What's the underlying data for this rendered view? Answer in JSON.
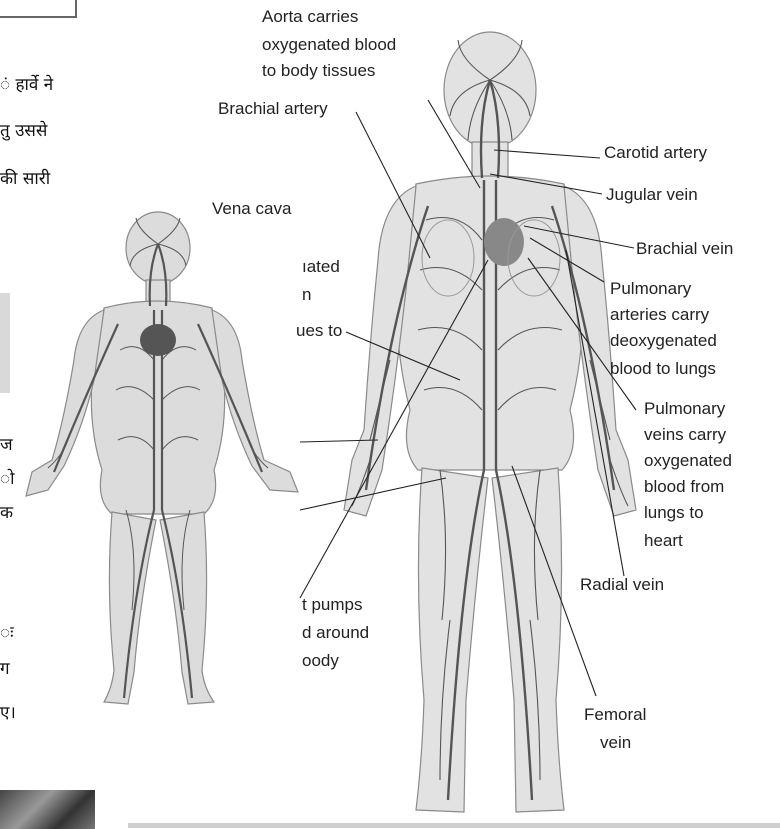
{
  "hindi_fragments": [
    "ं हार्वे ने",
    "तु उससे",
    "की सारी",
    "ज",
    "ो",
    "क",
    "ः",
    "ग",
    "ए।"
  ],
  "labels": {
    "aorta": [
      "Aorta carries",
      "oxygenated blood",
      "to body tissues"
    ],
    "brachial_artery": "Brachial artery",
    "carotid_artery": "Carotid artery",
    "jugular_vein": "Jugular vein",
    "vena_cava": "Vena cava",
    "brachial_vein": "Brachial vein",
    "partial_deoxygenated": [
      "ıated",
      "n",
      "ues to"
    ],
    "pulmonary_arteries": [
      "Pulmonary",
      "arteries carry",
      "deoxygenated",
      "blood to lungs"
    ],
    "pulmonary_veins": [
      "Pulmonary",
      "veins carry",
      "oxygenated",
      "blood from",
      "lungs to",
      "heart"
    ],
    "radial_vein": "Radial vein",
    "heart_pumps": [
      "t pumps",
      "d around",
      "oody"
    ],
    "femoral_vein": [
      "Femoral",
      "vein"
    ]
  },
  "colors": {
    "figure_fill": "#d9d9d9",
    "figure_edge": "#8a8a8a",
    "artery": "#3a3a3a",
    "vein": "#6d6d6d",
    "text": "#222222"
  }
}
